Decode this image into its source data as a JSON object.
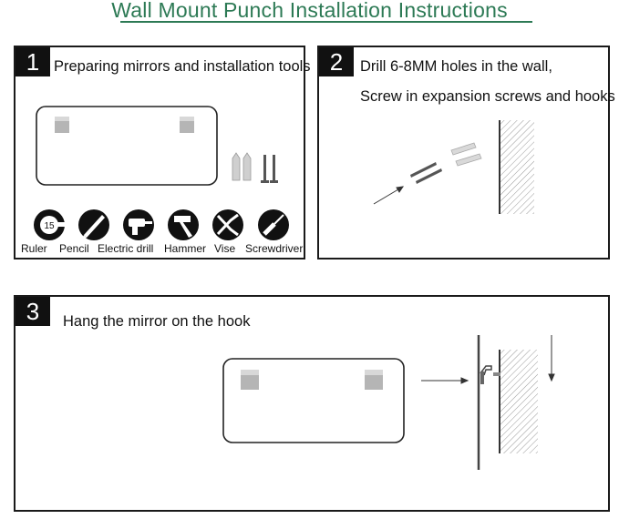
{
  "title": "Wall Mount Punch Installation Instructions",
  "steps": [
    {
      "number": "1",
      "heading": "Preparing mirrors and installation tools"
    },
    {
      "number": "2",
      "heading_line1": "Drill 6-8MM holes in the wall,",
      "heading_line2": "Screw in expansion screws and hooks"
    },
    {
      "number": "3",
      "heading": "Hang the mirror on the hook"
    }
  ],
  "tools": [
    {
      "label": "Ruler",
      "icon": "tape-measure-icon",
      "badge": "15"
    },
    {
      "label": "Pencil",
      "icon": "pencil-icon"
    },
    {
      "label": "Electric drill",
      "icon": "electric-drill-icon"
    },
    {
      "label": "Hammer",
      "icon": "hammer-icon"
    },
    {
      "label": "Vise",
      "icon": "pliers-icon"
    },
    {
      "label": "Screwdriver",
      "icon": "screwdriver-icon"
    }
  ],
  "colors": {
    "title": "#2d7a55",
    "border": "#1a1a1a",
    "badge": "#111111"
  }
}
